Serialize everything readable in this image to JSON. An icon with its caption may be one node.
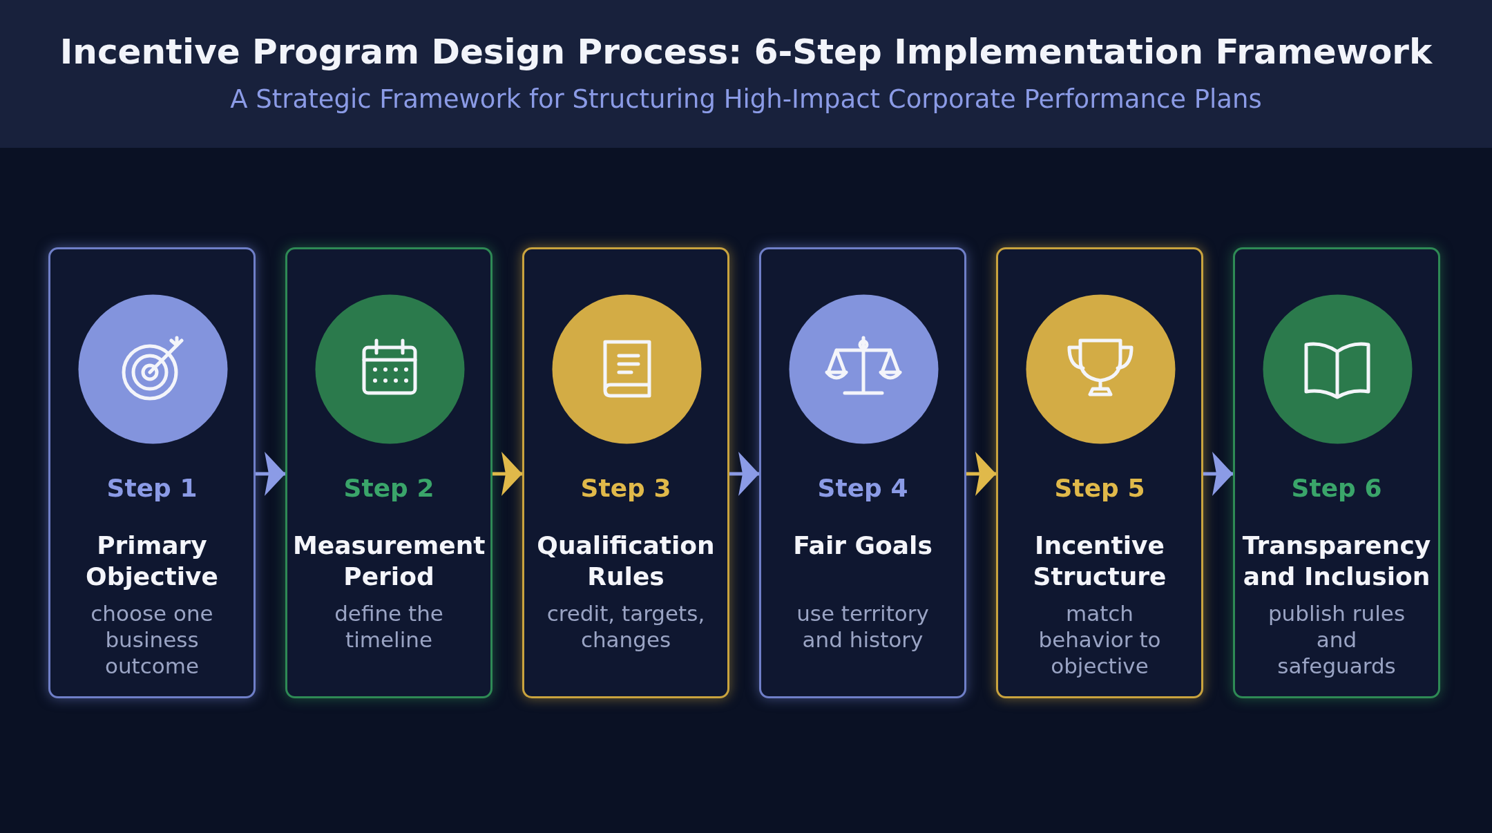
{
  "diagram": {
    "title": "Incentive Program Design Process: 6-Step Implementation Framework",
    "nodes": [
      {
        "text": [
          "Step 1",
          "Primary Objective",
          "choose one business outcome"
        ]
      },
      {
        "text": [
          "Step 2",
          "Measurement Period",
          "define the timeline"
        ]
      },
      {
        "text": [
          "Step 3",
          "Qualification Rules",
          "credit, targets, changes"
        ]
      },
      {
        "text": [
          "Step 4",
          "Fair Goals",
          "use territory and history"
        ]
      },
      {
        "text": [
          "Step 5",
          "Incentive Structure",
          "match behavior to objective"
        ]
      },
      {
        "text": [
          "Step 6",
          "Transparency and Inclusion",
          "publish rules and safeguards"
        ]
      }
    ],
    "edges": [
      {
        "from": 0,
        "to": 1,
        "arrow": "to"
      },
      {
        "from": 1,
        "to": 2,
        "arrow": "to",
        "color": "#e0b94a"
      },
      {
        "from": 2,
        "to": 3,
        "arrow": "to"
      },
      {
        "from": 3,
        "to": 4,
        "arrow": "to",
        "color": "#e0b94a"
      },
      {
        "from": 4,
        "to": 5,
        "arrow": "to"
      }
    ],
    "labels": [
      "A Strategic Framework for Structuring High-Impact Corporate Performance Plans"
    ]
  }
}
